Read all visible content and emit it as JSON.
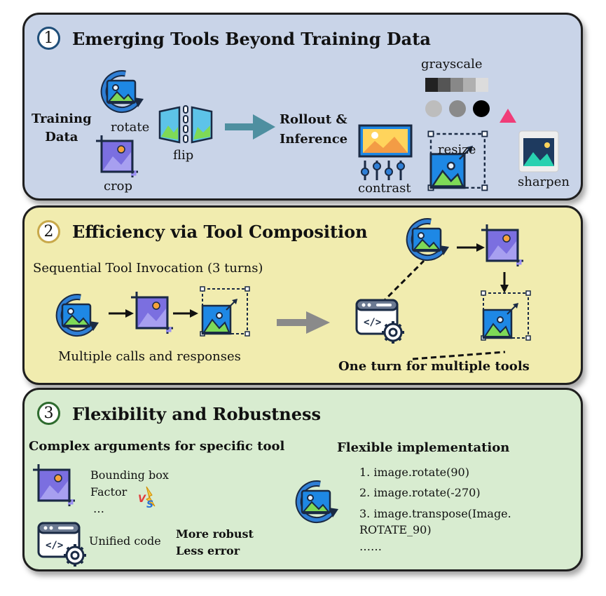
{
  "sections": [
    {
      "number": "1",
      "title": "Emerging Tools Beyond Training Data",
      "color": "#1f4e79"
    },
    {
      "number": "2",
      "title": "Efficiency via Tool Composition",
      "color": "#c8a84a"
    },
    {
      "number": "3",
      "title": "Flexibility and Robustness",
      "color": "#2e6b2e"
    }
  ],
  "section1": {
    "training_data": "Training\nData",
    "rotate": "rotate",
    "flip": "flip",
    "crop": "crop",
    "rollout": "Rollout &\nInference",
    "grayscale": "grayscale",
    "contrast": "contrast",
    "resize": "resize",
    "sharpen": "sharpen"
  },
  "section2": {
    "sequential": "Sequential Tool Invocation (3 turns)",
    "multiple_calls": "Multiple calls and responses",
    "one_turn": "One turn for multiple tools"
  },
  "section3": {
    "complex_args": "Complex arguments for specific tool",
    "flexible_impl": "Flexible implementation",
    "bbox": "Bounding box",
    "factor": "Factor",
    "ellipsis": "…",
    "vs": "VS",
    "unified": "Unified code",
    "more_robust": "More robust",
    "less_error": "Less error",
    "code_lines": [
      "1. image.rotate(90)",
      "2. image.rotate(-270)",
      "3. image.transpose(Image.",
      "ROTATE_90)",
      "……"
    ]
  }
}
